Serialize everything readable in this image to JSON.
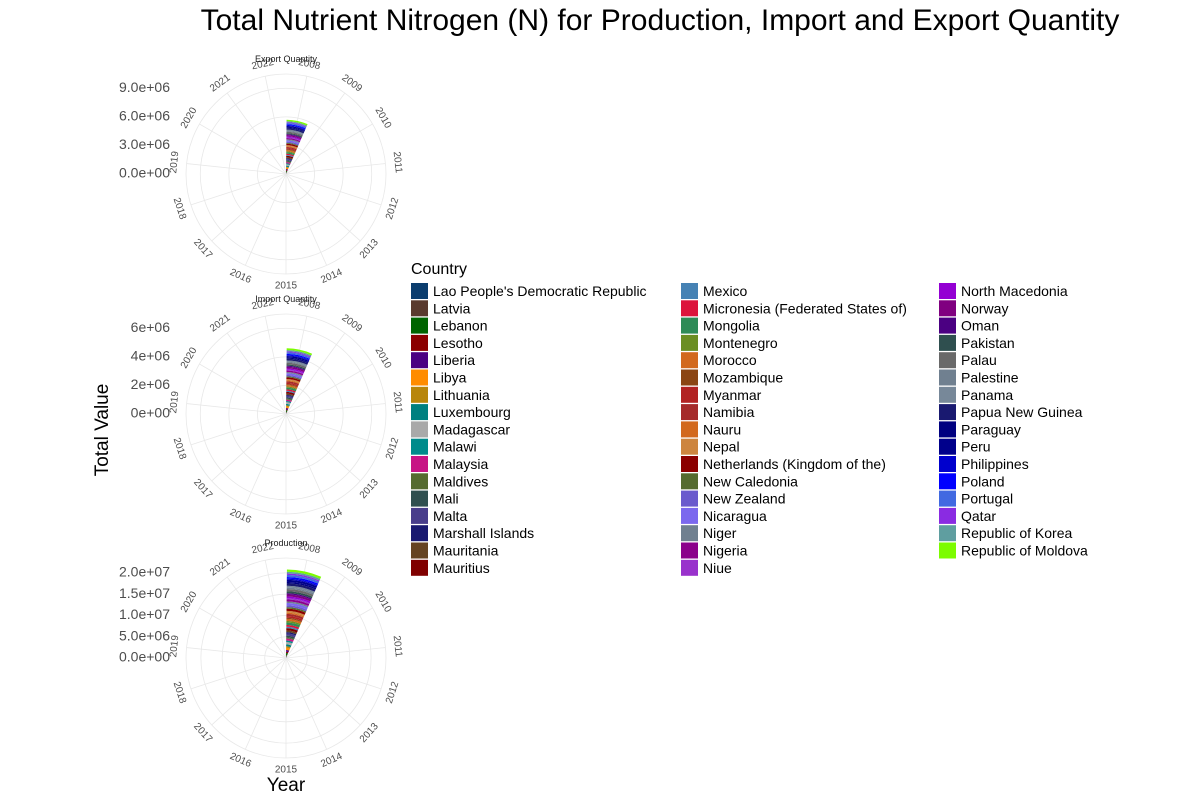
{
  "chart_data": {
    "type": "polar-stacked-bar",
    "title": "Total Nutrient Nitrogen (N) for Production, Import and Export Quantity",
    "xlabel": "Year",
    "ylabel": "Total Value",
    "years": [
      "2008",
      "2009",
      "2010",
      "2011",
      "2012",
      "2013",
      "2014",
      "2015",
      "2016",
      "2017",
      "2018",
      "2019",
      "2020",
      "2021",
      "2022"
    ],
    "highlighted_year": "2008",
    "legend": {
      "title": "Country",
      "position": "right",
      "entries": [
        {
          "name": "Lao People's Democratic Republic",
          "color": "#0b3d6e"
        },
        {
          "name": "Latvia",
          "color": "#5a3a2e"
        },
        {
          "name": "Lebanon",
          "color": "#006400"
        },
        {
          "name": "Lesotho",
          "color": "#8b0000"
        },
        {
          "name": "Liberia",
          "color": "#4b0082"
        },
        {
          "name": "Libya",
          "color": "#ff8c00"
        },
        {
          "name": "Lithuania",
          "color": "#b8860b"
        },
        {
          "name": "Luxembourg",
          "color": "#008080"
        },
        {
          "name": "Madagascar",
          "color": "#a9a9a9"
        },
        {
          "name": "Malawi",
          "color": "#008b8b"
        },
        {
          "name": "Malaysia",
          "color": "#c71585"
        },
        {
          "name": "Maldives",
          "color": "#556b2f"
        },
        {
          "name": "Mali",
          "color": "#2f4f4f"
        },
        {
          "name": "Malta",
          "color": "#483d8b"
        },
        {
          "name": "Marshall Islands",
          "color": "#191970"
        },
        {
          "name": "Mauritania",
          "color": "#654321"
        },
        {
          "name": "Mauritius",
          "color": "#800000"
        },
        {
          "name": "Mexico",
          "color": "#4682b4"
        },
        {
          "name": "Micronesia (Federated States of)",
          "color": "#dc143c"
        },
        {
          "name": "Mongolia",
          "color": "#2e8b57"
        },
        {
          "name": "Montenegro",
          "color": "#6b8e23"
        },
        {
          "name": "Morocco",
          "color": "#d2691e"
        },
        {
          "name": "Mozambique",
          "color": "#8b4513"
        },
        {
          "name": "Myanmar",
          "color": "#b22222"
        },
        {
          "name": "Namibia",
          "color": "#a52a2a"
        },
        {
          "name": "Nauru",
          "color": "#d2691e"
        },
        {
          "name": "Nepal",
          "color": "#cd853f"
        },
        {
          "name": "Netherlands (Kingdom of the)",
          "color": "#8b0000"
        },
        {
          "name": "New Caledonia",
          "color": "#556b2f"
        },
        {
          "name": "New Zealand",
          "color": "#6a5acd"
        },
        {
          "name": "Nicaragua",
          "color": "#7b68ee"
        },
        {
          "name": "Niger",
          "color": "#708090"
        },
        {
          "name": "Nigeria",
          "color": "#8b008b"
        },
        {
          "name": "Niue",
          "color": "#9932cc"
        },
        {
          "name": "North Macedonia",
          "color": "#9400d3"
        },
        {
          "name": "Norway",
          "color": "#800080"
        },
        {
          "name": "Oman",
          "color": "#4b0082"
        },
        {
          "name": "Pakistan",
          "color": "#2f4f4f"
        },
        {
          "name": "Palau",
          "color": "#696969"
        },
        {
          "name": "Palestine",
          "color": "#708090"
        },
        {
          "name": "Panama",
          "color": "#778899"
        },
        {
          "name": "Papua New Guinea",
          "color": "#191970"
        },
        {
          "name": "Paraguay",
          "color": "#000080"
        },
        {
          "name": "Peru",
          "color": "#00008b"
        },
        {
          "name": "Philippines",
          "color": "#0000cd"
        },
        {
          "name": "Poland",
          "color": "#0000ff"
        },
        {
          "name": "Portugal",
          "color": "#4169e1"
        },
        {
          "name": "Qatar",
          "color": "#8a2be2"
        },
        {
          "name": "Republic of Korea",
          "color": "#5f9ea0"
        },
        {
          "name": "Republic of Moldova",
          "color": "#7cfc00"
        }
      ]
    },
    "panels": [
      {
        "name": "Export Quantity",
        "rmax": 10500000,
        "ticks": [
          {
            "value": 0,
            "label": "0.0e+00"
          },
          {
            "value": 3000000,
            "label": "3.0e+06"
          },
          {
            "value": 6000000,
            "label": "6.0e+06"
          },
          {
            "value": 9000000,
            "label": "9.0e+06"
          }
        ],
        "stack_total_2008": 5700000
      },
      {
        "name": "Import Quantity",
        "rmax": 7000000,
        "ticks": [
          {
            "value": 0,
            "label": "0e+00"
          },
          {
            "value": 2000000,
            "label": "2e+06"
          },
          {
            "value": 4000000,
            "label": "4e+06"
          },
          {
            "value": 6000000,
            "label": "6e+06"
          }
        ],
        "stack_total_2008": 4600000
      },
      {
        "name": "Production",
        "rmax": 23500000,
        "ticks": [
          {
            "value": 0,
            "label": "0.0e+00"
          },
          {
            "value": 5000000,
            "label": "5.0e+06"
          },
          {
            "value": 10000000,
            "label": "1.0e+07"
          },
          {
            "value": 15000000,
            "label": "1.5e+07"
          },
          {
            "value": 20000000,
            "label": "2.0e+07"
          }
        ],
        "stack_total_2008": 20800000
      }
    ]
  }
}
